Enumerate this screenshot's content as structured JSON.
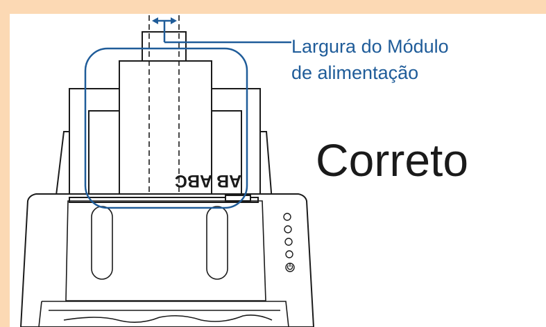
{
  "callout": {
    "line1": "Largura do Módulo",
    "line2": "de alimentação"
  },
  "verdict": "Correto",
  "document_text": "AB ABC",
  "colors": {
    "background_border": "#fcd9b4",
    "accent": "#1f5c99",
    "outline": "#1a1a1a"
  }
}
